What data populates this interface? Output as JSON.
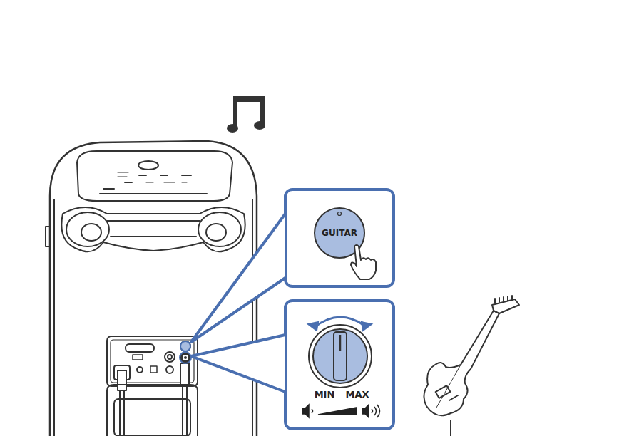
{
  "diagram": {
    "nodes": [
      {
        "text": [
          "GUITAR"
        ]
      }
    ],
    "labels": [
      "MIN",
      "MAX"
    ]
  }
}
